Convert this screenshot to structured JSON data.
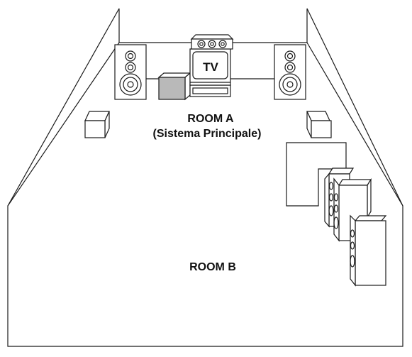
{
  "room_a": {
    "title": "ROOM A",
    "subtitle": "(Sistema Principale)"
  },
  "room_b": {
    "title": "ROOM B"
  },
  "tv": {
    "label": "TV"
  },
  "colors": {
    "line": "#1a1a1a",
    "subwoofer_fill": "#b9b9b9",
    "background": "#ffffff"
  }
}
